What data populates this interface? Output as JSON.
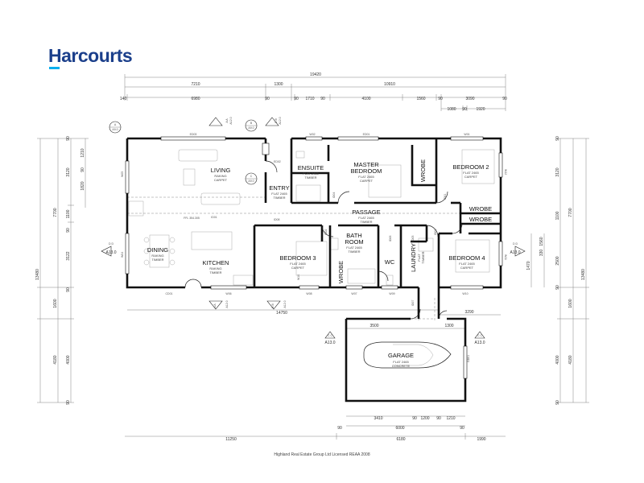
{
  "brand": {
    "name": "Harcourts"
  },
  "footer": {
    "text": "Highland Real Estate Group Ltd Licensed REAA 2008"
  },
  "rooms": {
    "living": {
      "name": "LIVING",
      "spec": "RAKING",
      "floor": "CARPET"
    },
    "dining": {
      "name": "DINING",
      "spec": "RAKING",
      "floor": "TIMBER"
    },
    "kitchen": {
      "name": "KITCHEN",
      "spec": "RAKING",
      "floor": "TIMBER"
    },
    "entry": {
      "name": "ENTRY",
      "spec": "FLAT 2465",
      "floor": "TIMBER"
    },
    "ensuite": {
      "name": "ENSUITE",
      "spec": "FLAT 2465",
      "floor": "TIMBER"
    },
    "master": {
      "name1": "MASTER",
      "name2": "BEDROOM",
      "spec": "FLAT 2465",
      "floor": "CARPET"
    },
    "wrobe_master": {
      "name": "WROBE"
    },
    "bedroom2": {
      "name": "BEDROOM 2",
      "spec": "FLAT 2465",
      "floor": "CARPET"
    },
    "wrobe_b2": {
      "name": "WROBE"
    },
    "wrobe_b4": {
      "name": "WROBE"
    },
    "passage": {
      "name": "PASSAGE",
      "spec": "FLAT 2465",
      "floor": "TIMBER"
    },
    "bathroom": {
      "name1": "BATH",
      "name2": "ROOM",
      "spec": "FLAT 2465",
      "floor": "TIMBER"
    },
    "wc": {
      "name": "WC"
    },
    "laundry": {
      "name": "LAUNDRY",
      "spec": "FLAT",
      "floor": "TIMBER"
    },
    "bedroom3": {
      "name": "BEDROOM 3",
      "spec": "FLAT 2465",
      "floor": "CARPET"
    },
    "wrobe_b3": {
      "name": "WROBE"
    },
    "bedroom4": {
      "name": "BEDROOM 4",
      "spec": "FLAT 2465",
      "floor": "CARPET"
    },
    "garage": {
      "name": "GARAGE",
      "spec": "FLAT 2465",
      "floor": "CONCRETE"
    }
  },
  "ffl": "FFL 354.305",
  "dims_top": {
    "overall": "19420",
    "row2": [
      "7210",
      "1300",
      "10910"
    ],
    "row3": [
      "140",
      "6980",
      "90",
      "90",
      "1710",
      "90",
      "4100",
      "1560",
      "90",
      "3090",
      "90"
    ],
    "row4": [
      "1080",
      "90",
      "1920"
    ]
  },
  "dims_bottom": {
    "main": "14750",
    "right": "3290",
    "garage_inner": "3500",
    "garage_right": "1300",
    "garage_row": [
      "3410",
      "90",
      "1200",
      "90",
      "1210"
    ],
    "garage_row2": [
      "90",
      "6000",
      "90"
    ],
    "total": [
      "11250",
      "6180",
      "1990"
    ]
  },
  "dims_left": {
    "outer": [
      "7700",
      "1600",
      "4180"
    ],
    "total": "13480",
    "inner": [
      "3120",
      "1100",
      "3122",
      "4000"
    ],
    "inner2": [
      "1210",
      "1820",
      "90"
    ],
    "small": [
      "90",
      "90",
      "90",
      "90"
    ]
  },
  "dims_right": {
    "outer": [
      "7700",
      "1600",
      "4180"
    ],
    "total": "13480",
    "inner": [
      "3120",
      "1100",
      "2500",
      "4000"
    ],
    "inner2": [
      "1560",
      "330",
      "1470"
    ],
    "small": [
      "90",
      "90",
      "90"
    ]
  },
  "section_tags": {
    "a": "A",
    "a_ref": "A9.0",
    "b": "B",
    "b_ref": "A9.0",
    "c": "C",
    "c_ref": "A9.0",
    "aa": "A A",
    "aa_ref": "A12.0",
    "bb": "B B",
    "bb_ref": "A12.0",
    "cc": "C C",
    "cc_ref": "A13.0",
    "dd": "D D",
    "dd_ref": "A13.0"
  },
  "openings": {
    "ed03": "ED03",
    "ed02": "ED02",
    "ed01": "ED01",
    "id01": "ID01",
    "id08": "ID08",
    "w01": "W01",
    "w02": "W02",
    "w04": "W04",
    "w05": "W05",
    "w06": "W06",
    "w07": "W07",
    "w08": "W08",
    "w09": "W09",
    "w10": "W10",
    "w11": "W11",
    "w12": "W12",
    "cd01": "CD01",
    "id02": "ID02",
    "id03": "ID03",
    "id04": "ID04",
    "id05": "ID05",
    "id06": "ID06",
    "id07": "ID07",
    "gd01": "GD01"
  }
}
